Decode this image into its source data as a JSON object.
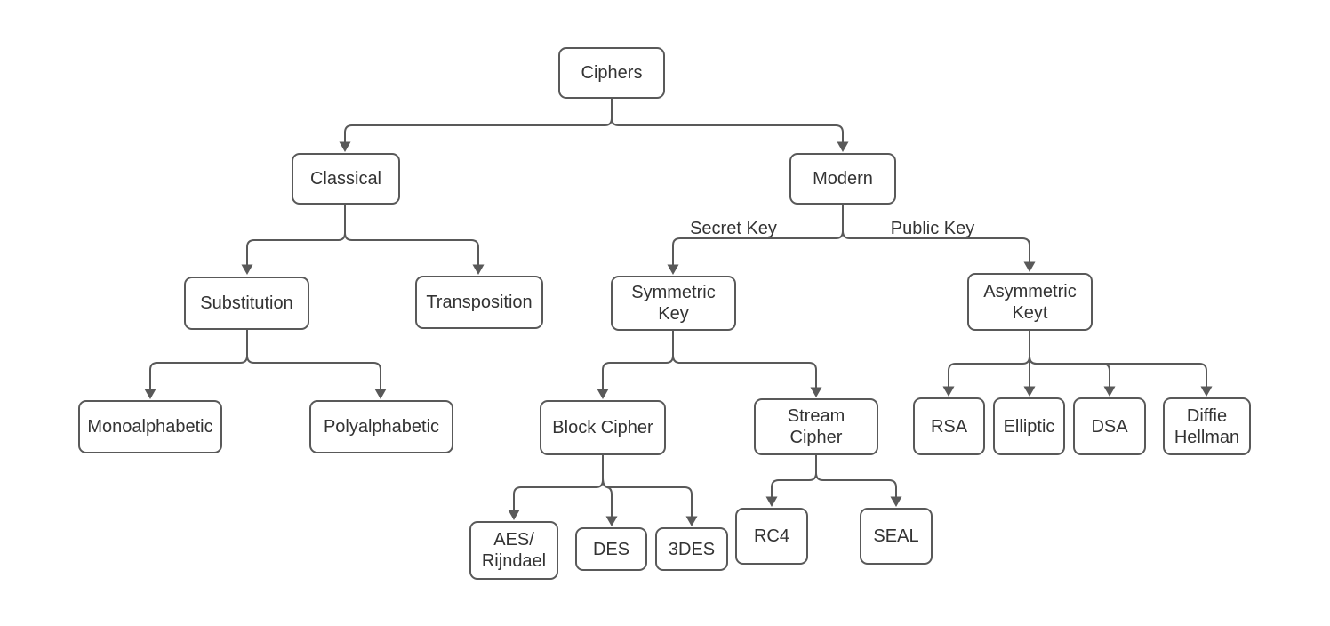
{
  "diagram": {
    "background_color": "#ffffff",
    "stroke_color": "#595959",
    "text_color": "#333333",
    "nodes": {
      "ciphers": {
        "label": "Ciphers"
      },
      "classical": {
        "label": "Classical"
      },
      "modern": {
        "label": "Modern"
      },
      "substitution": {
        "label": "Substitution"
      },
      "transposition": {
        "label": "Transposition"
      },
      "symmetric_key": {
        "label": [
          "Symmetric",
          "Key"
        ]
      },
      "asymmetric_key": {
        "label": [
          "Asymmetric",
          "Keyt"
        ]
      },
      "monoalphabetic": {
        "label": "Monoalphabetic"
      },
      "polyalphabetic": {
        "label": "Polyalphabetic"
      },
      "block_cipher": {
        "label": "Block Cipher"
      },
      "stream_cipher": {
        "label": [
          "Stream",
          "Cipher"
        ]
      },
      "rsa": {
        "label": "RSA"
      },
      "elliptic": {
        "label": "Elliptic"
      },
      "dsa": {
        "label": "DSA"
      },
      "diffie_hellman": {
        "label": [
          "Diffie",
          "Hellman"
        ]
      },
      "aes_rijndael": {
        "label": [
          "AES/",
          "Rijndael"
        ]
      },
      "des": {
        "label": "DES"
      },
      "three_des": {
        "label": "3DES"
      },
      "rc4": {
        "label": "RC4"
      },
      "seal": {
        "label": "SEAL"
      }
    },
    "edge_labels": {
      "secret_key": "Secret Key",
      "public_key": "Public Key"
    },
    "edges": [
      {
        "from": "Ciphers",
        "to": "Classical"
      },
      {
        "from": "Ciphers",
        "to": "Modern"
      },
      {
        "from": "Classical",
        "to": "Substitution"
      },
      {
        "from": "Classical",
        "to": "Transposition"
      },
      {
        "from": "Substitution",
        "to": "Monoalphabetic"
      },
      {
        "from": "Substitution",
        "to": "Polyalphabetic"
      },
      {
        "from": "Modern",
        "to": "Symmetric Key",
        "label": "Secret Key"
      },
      {
        "from": "Modern",
        "to": "Asymmetric Keyt",
        "label": "Public Key"
      },
      {
        "from": "Symmetric Key",
        "to": "Block Cipher"
      },
      {
        "from": "Symmetric Key",
        "to": "Stream Cipher"
      },
      {
        "from": "Asymmetric Keyt",
        "to": "RSA"
      },
      {
        "from": "Asymmetric Keyt",
        "to": "Elliptic"
      },
      {
        "from": "Asymmetric Keyt",
        "to": "DSA"
      },
      {
        "from": "Asymmetric Keyt",
        "to": "Diffie Hellman"
      },
      {
        "from": "Block Cipher",
        "to": "AES/ Rijndael"
      },
      {
        "from": "Block Cipher",
        "to": "DES"
      },
      {
        "from": "Block Cipher",
        "to": "3DES"
      },
      {
        "from": "Stream Cipher",
        "to": "RC4"
      },
      {
        "from": "Stream Cipher",
        "to": "SEAL"
      }
    ]
  }
}
